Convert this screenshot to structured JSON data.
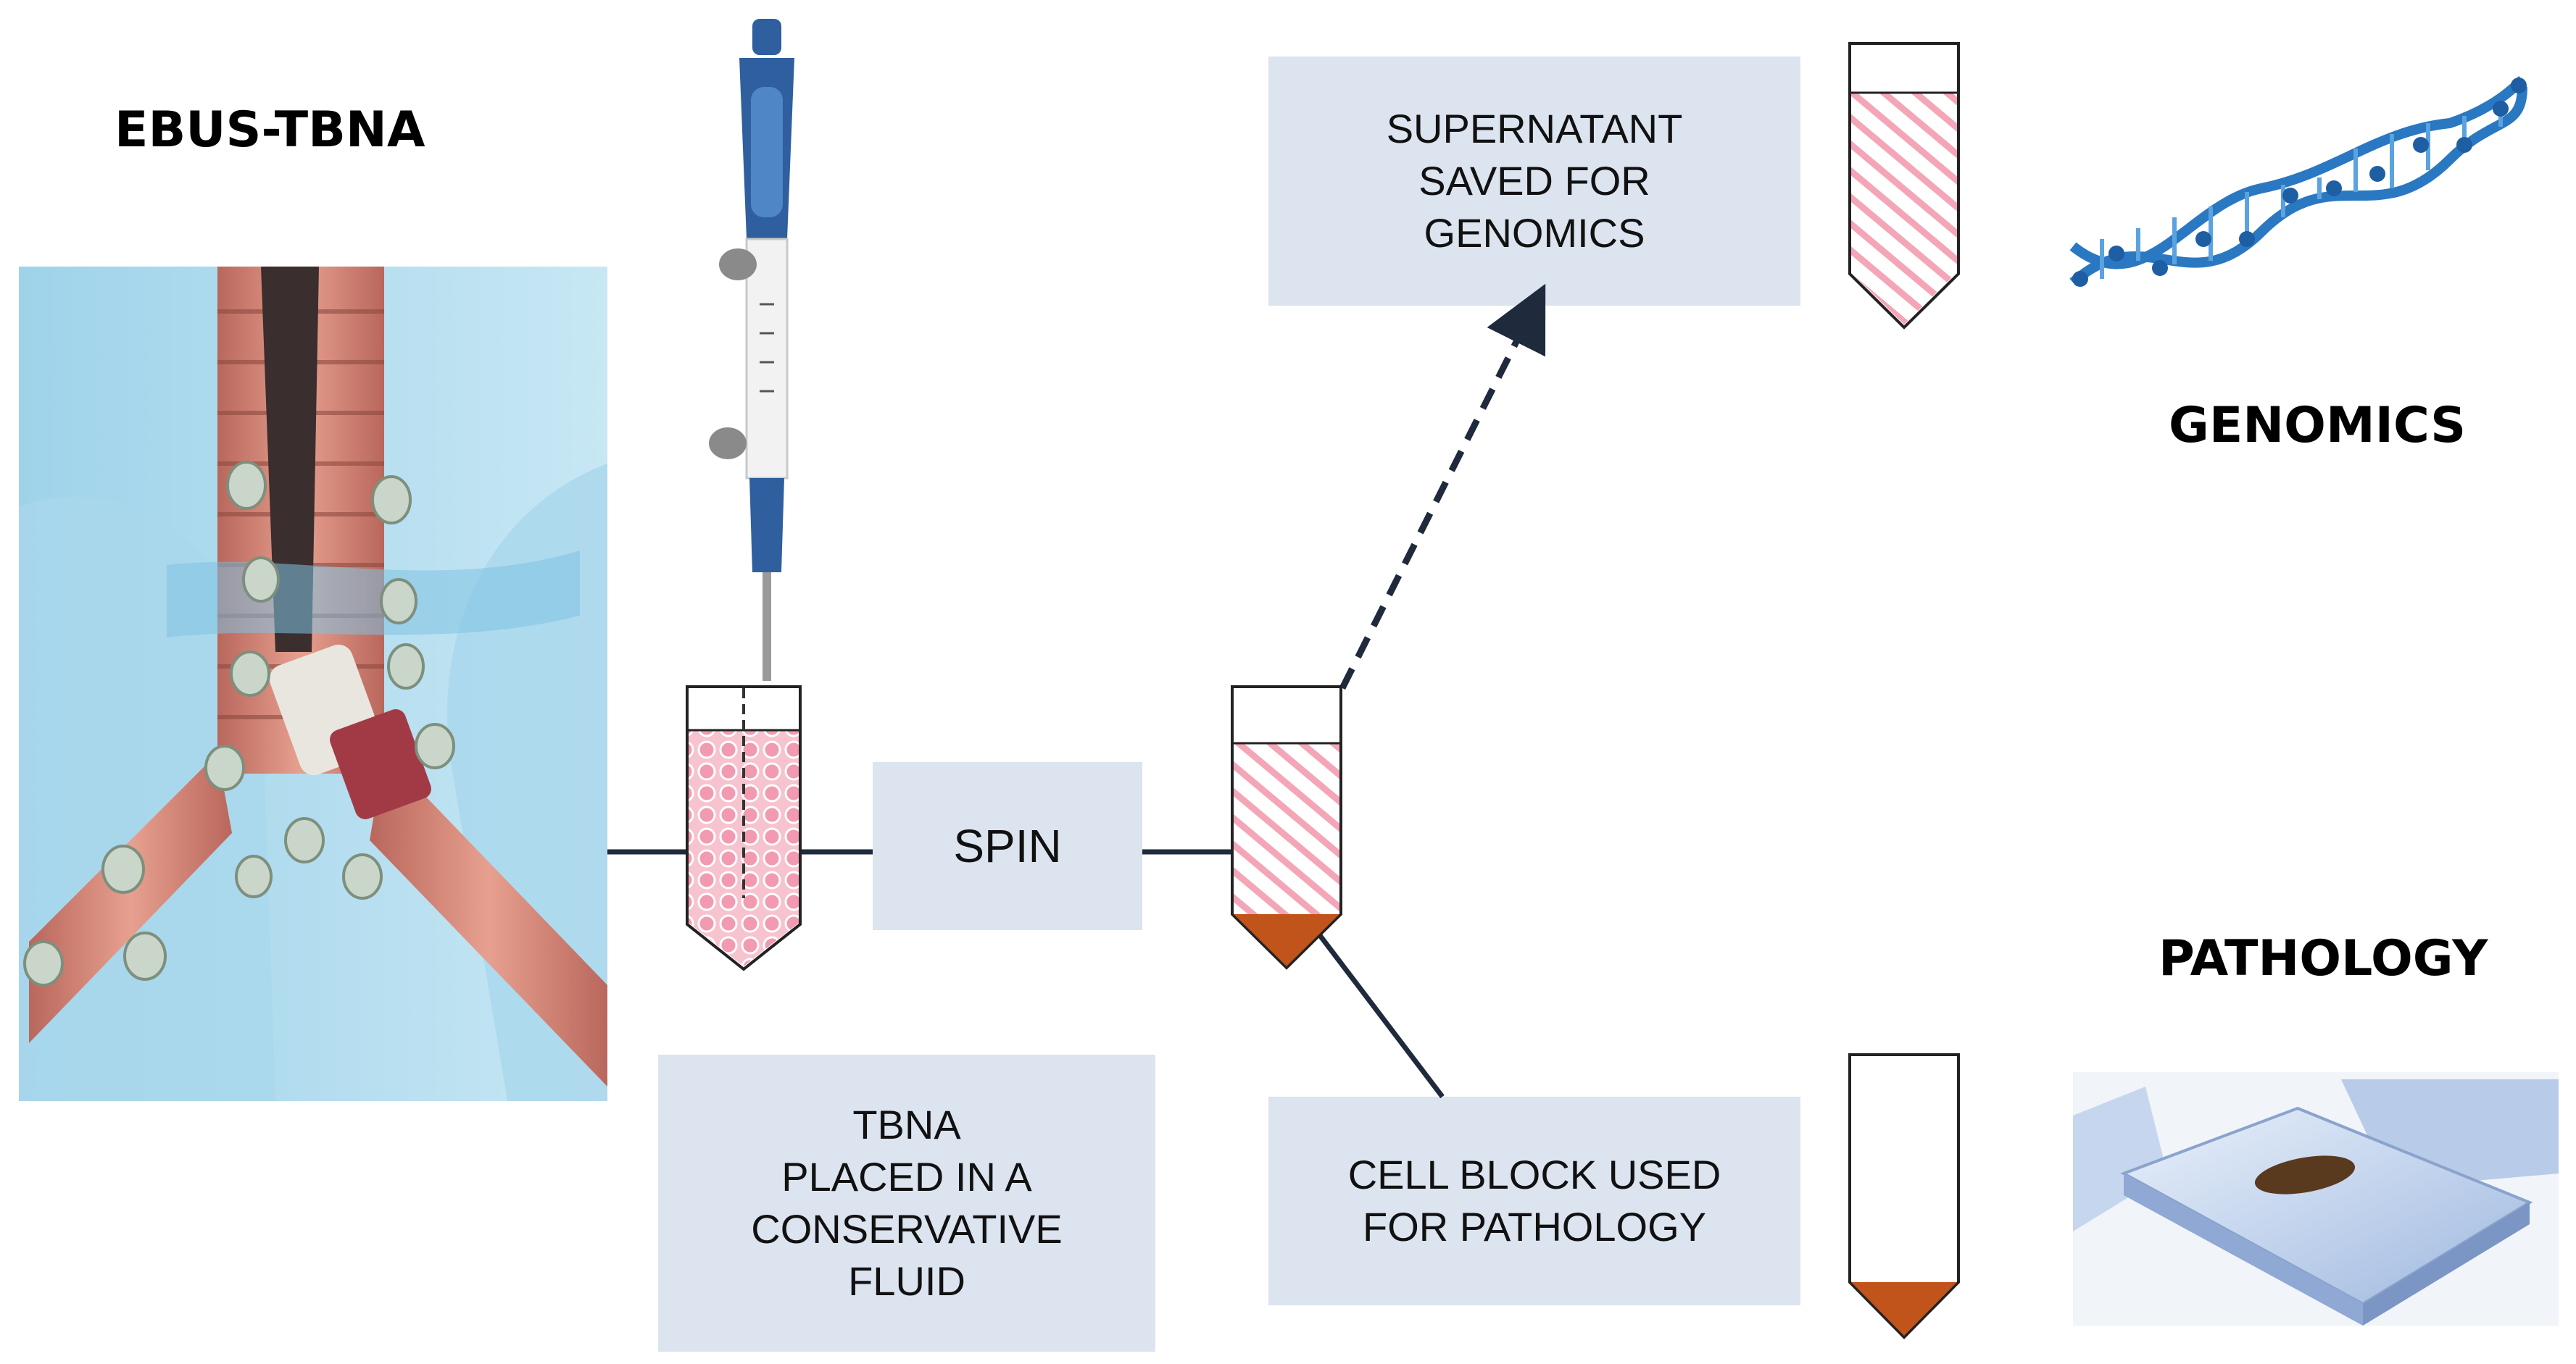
{
  "headings": {
    "ebus": "EBUS-TBNA",
    "genomics": "GENOMICS",
    "pathology": "PATHOLOGY"
  },
  "boxes": {
    "spin": [
      "SPIN"
    ],
    "tbna": [
      "TBNA",
      "PLACED IN A",
      "CONSERVATIVE",
      "FLUID"
    ],
    "supernatant": [
      "SUPERNATANT",
      "SAVED FOR",
      "GENOMICS"
    ],
    "cell_block": [
      "CELL BLOCK USED",
      "FOR PATHOLOGY"
    ]
  },
  "colors": {
    "box_fill": "#dce4f0",
    "sample_pink": "#f4a6b8",
    "pellet": "#c0541a",
    "connector": "#1f2a3c",
    "dna_blue": "#2a78c2"
  },
  "icons": {
    "anatomy": "airway-lymph-node-illustration",
    "needle": "tbna-needle-icon",
    "dna": "dna-helix-icon",
    "slide": "cell-block-cassette-icon"
  }
}
